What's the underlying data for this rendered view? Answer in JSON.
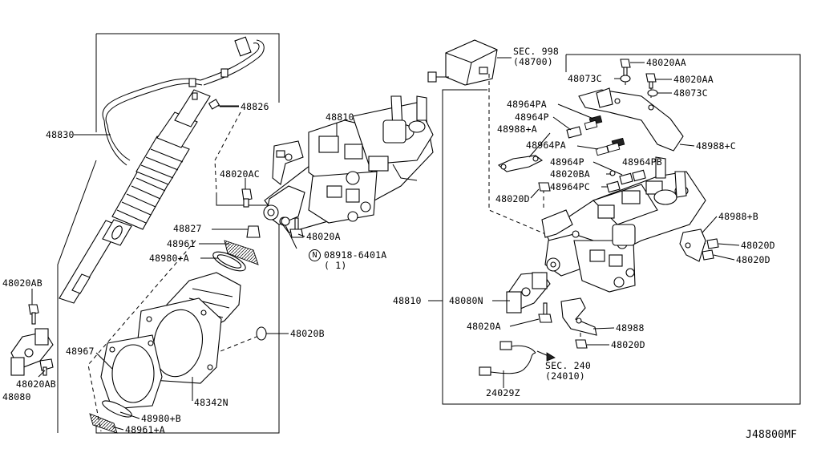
{
  "diagram_id": "J48800MF",
  "labels": {
    "p48830": "48830",
    "p48826": "48826",
    "p48810_top": "48810",
    "p48020AC": "48020AC",
    "p48827": "48827",
    "p48961": "48961",
    "p48980A": "48980+A",
    "p48020A_left": "48020A",
    "n_circle": "N",
    "p08918": "08918-6401A",
    "p08918_qty": "( 1)",
    "p48020AB_top": "48020AB",
    "p48020AB_bot": "48020AB",
    "p48080_left": "48080",
    "p48967": "48967",
    "p48020B": "48020B",
    "p48342N": "48342N",
    "p48980B": "48980+B",
    "p48961A": "48961+A",
    "sec998": "SEC. 998",
    "sec998_ref": "(48700)",
    "p48020AA_1": "48020AA",
    "p48073C_1": "48073C",
    "p48020AA_2": "48020AA",
    "p48073C_2": "48073C",
    "p48964PA_1": "48964PA",
    "p48964P_1": "48964P",
    "p48988A": "48988+A",
    "p48964PA_2": "48964PA",
    "p48988C": "48988+C",
    "p48964P_2": "48964P",
    "p48964PB": "48964PB",
    "p48020BA": "48020BA",
    "p48964PC": "48964PC",
    "p48020D_1": "48020D",
    "p48988B": "48988+B",
    "p48020D_2": "48020D",
    "p48020D_3": "48020D",
    "p48810_right": "48810",
    "p48080N": "48080N",
    "p48020A_right": "48020A",
    "p48988": "48988",
    "p48020D_4": "48020D",
    "sec240": "SEC. 240",
    "sec240_ref": "(24010)",
    "p24029Z": "24029Z"
  }
}
